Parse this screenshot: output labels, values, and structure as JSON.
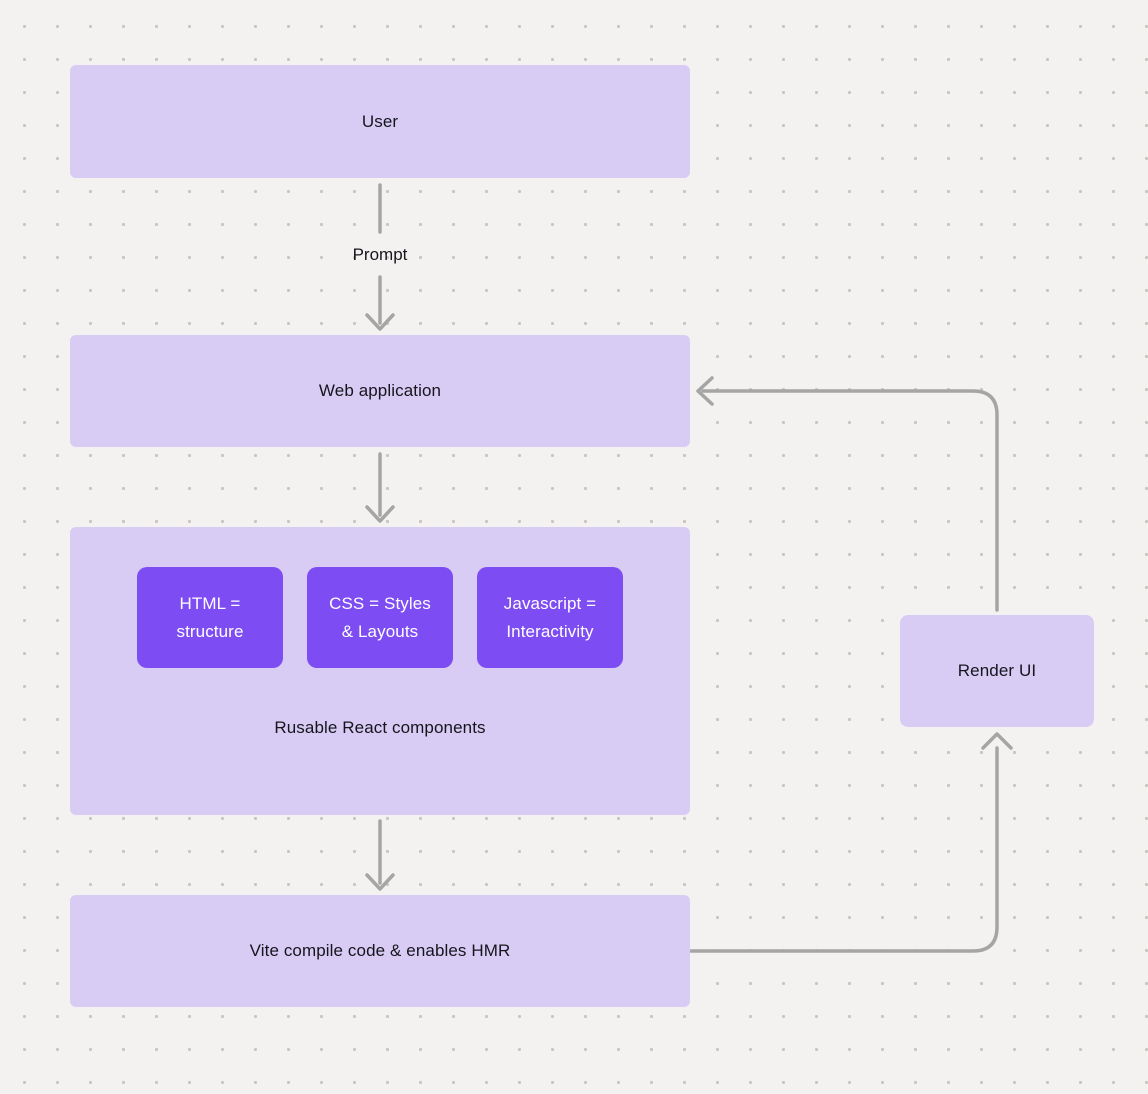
{
  "nodes": {
    "user": {
      "label": "User"
    },
    "web_application": {
      "label": "Web application"
    },
    "components_group": {
      "chips": [
        {
          "label": "HTML = structure"
        },
        {
          "label": "CSS = Styles & Layouts"
        },
        {
          "label": "Javascript = Interactivity"
        }
      ],
      "caption": "Rusable React components"
    },
    "vite": {
      "label": "Vite compile code & enables HMR"
    },
    "render_ui": {
      "label": "Render UI"
    }
  },
  "edges": {
    "prompt_label": "Prompt"
  },
  "colors": {
    "background": "#f4f2f0",
    "dot_grid": "#c9c6c1",
    "node_fill": "#d8ccf4",
    "chip_fill": "#7d4cf2",
    "chip_text": "#ffffff",
    "arrow": "#a5a5a5",
    "text": "#16151d"
  }
}
